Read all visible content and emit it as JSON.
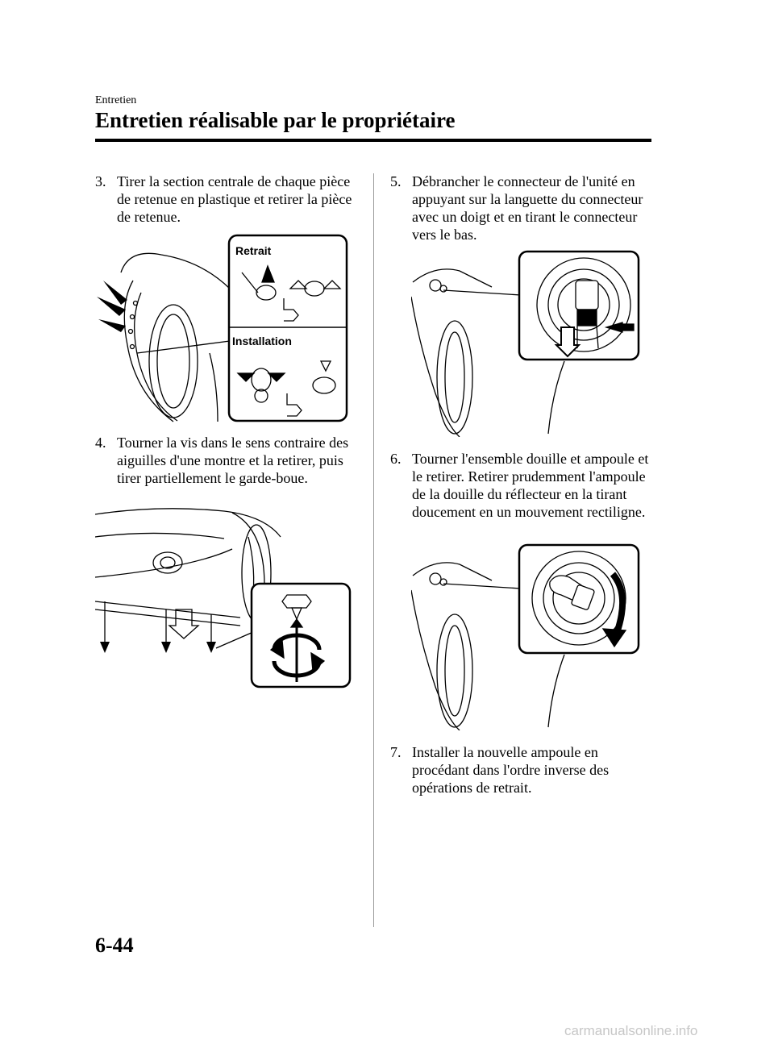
{
  "header": {
    "section": "Entretien",
    "title": "Entretien réalisable par le propriétaire"
  },
  "steps": [
    {
      "number": "3.",
      "text": "Tirer la section centrale de chaque pièce de retenue en plastique et retirer la pièce de retenue."
    },
    {
      "number": "4.",
      "text": "Tourner la vis dans le sens contraire des aiguilles d'une montre et la retirer, puis tirer partiellement le garde-boue."
    },
    {
      "number": "5.",
      "text": "Débrancher le connecteur de l'unité en appuyant sur la languette du connecteur avec un doigt et en tirant le connecteur vers le bas."
    },
    {
      "number": "6.",
      "text": "Tourner l'ensemble douille et ampoule et le retirer. Retirer prudemment l'ampoule de la douille du réflecteur en la tirant doucement en un mouvement rectiligne."
    },
    {
      "number": "7.",
      "text": "Installer la nouvelle ampoule en procédant dans l'ordre inverse des opérations de retrait."
    }
  ],
  "figures": {
    "clip_removal": {
      "label_removal": "Retrait",
      "label_install": "Installation"
    }
  },
  "footer": {
    "page_number": "6-44",
    "watermark": "carmanualsonline.info"
  }
}
